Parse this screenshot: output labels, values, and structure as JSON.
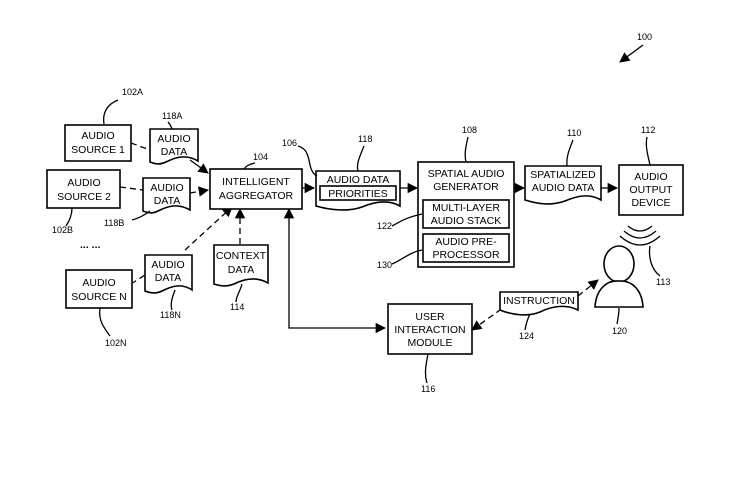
{
  "figure_ref": "100",
  "nodes": {
    "source1": {
      "line1": "AUDIO",
      "line2": "SOURCE 1",
      "ref": "102A"
    },
    "source2": {
      "line1": "AUDIO",
      "line2": "SOURCE 2",
      "ref": "102B"
    },
    "sourceN": {
      "line1": "AUDIO",
      "line2": "SOURCE N",
      "ref": "102N"
    },
    "ellipsis": "... ...",
    "data1": {
      "line1": "AUDIO",
      "line2": "DATA",
      "ref": "118A"
    },
    "data2": {
      "line1": "AUDIO",
      "line2": "DATA",
      "ref": "118B"
    },
    "dataN": {
      "line1": "AUDIO",
      "line2": "DATA",
      "ref": "118N"
    },
    "aggregator": {
      "line1": "INTELLIGENT",
      "line2": "AGGREGATOR",
      "ref": "104"
    },
    "context": {
      "line1": "CONTEXT",
      "line2": "DATA",
      "ref": "114"
    },
    "priorities": {
      "line1": "AUDIO DATA",
      "line2": "PRIORITIES",
      "ref": "118",
      "ref2": "106"
    },
    "generator": {
      "line1": "SPATIAL AUDIO",
      "line2": "GENERATOR",
      "ref": "108"
    },
    "stack": {
      "line1": "MULTI-LAYER",
      "line2": "AUDIO STACK",
      "ref": "122"
    },
    "preproc": {
      "line1": "AUDIO PRE-",
      "line2": "PROCESSOR",
      "ref": "130"
    },
    "spatialized": {
      "line1": "SPATIALIZED",
      "line2": "AUDIO DATA",
      "ref": "110"
    },
    "output": {
      "line1": "AUDIO",
      "line2": "OUTPUT",
      "line3": "DEVICE",
      "ref": "112",
      "ref_wave": "113"
    },
    "uim": {
      "line1": "USER",
      "line2": "INTERACTION",
      "line3": "MODULE",
      "ref": "116"
    },
    "instruction": {
      "label": "INSTRUCTION",
      "ref": "124"
    },
    "user": {
      "ref": "120"
    }
  }
}
